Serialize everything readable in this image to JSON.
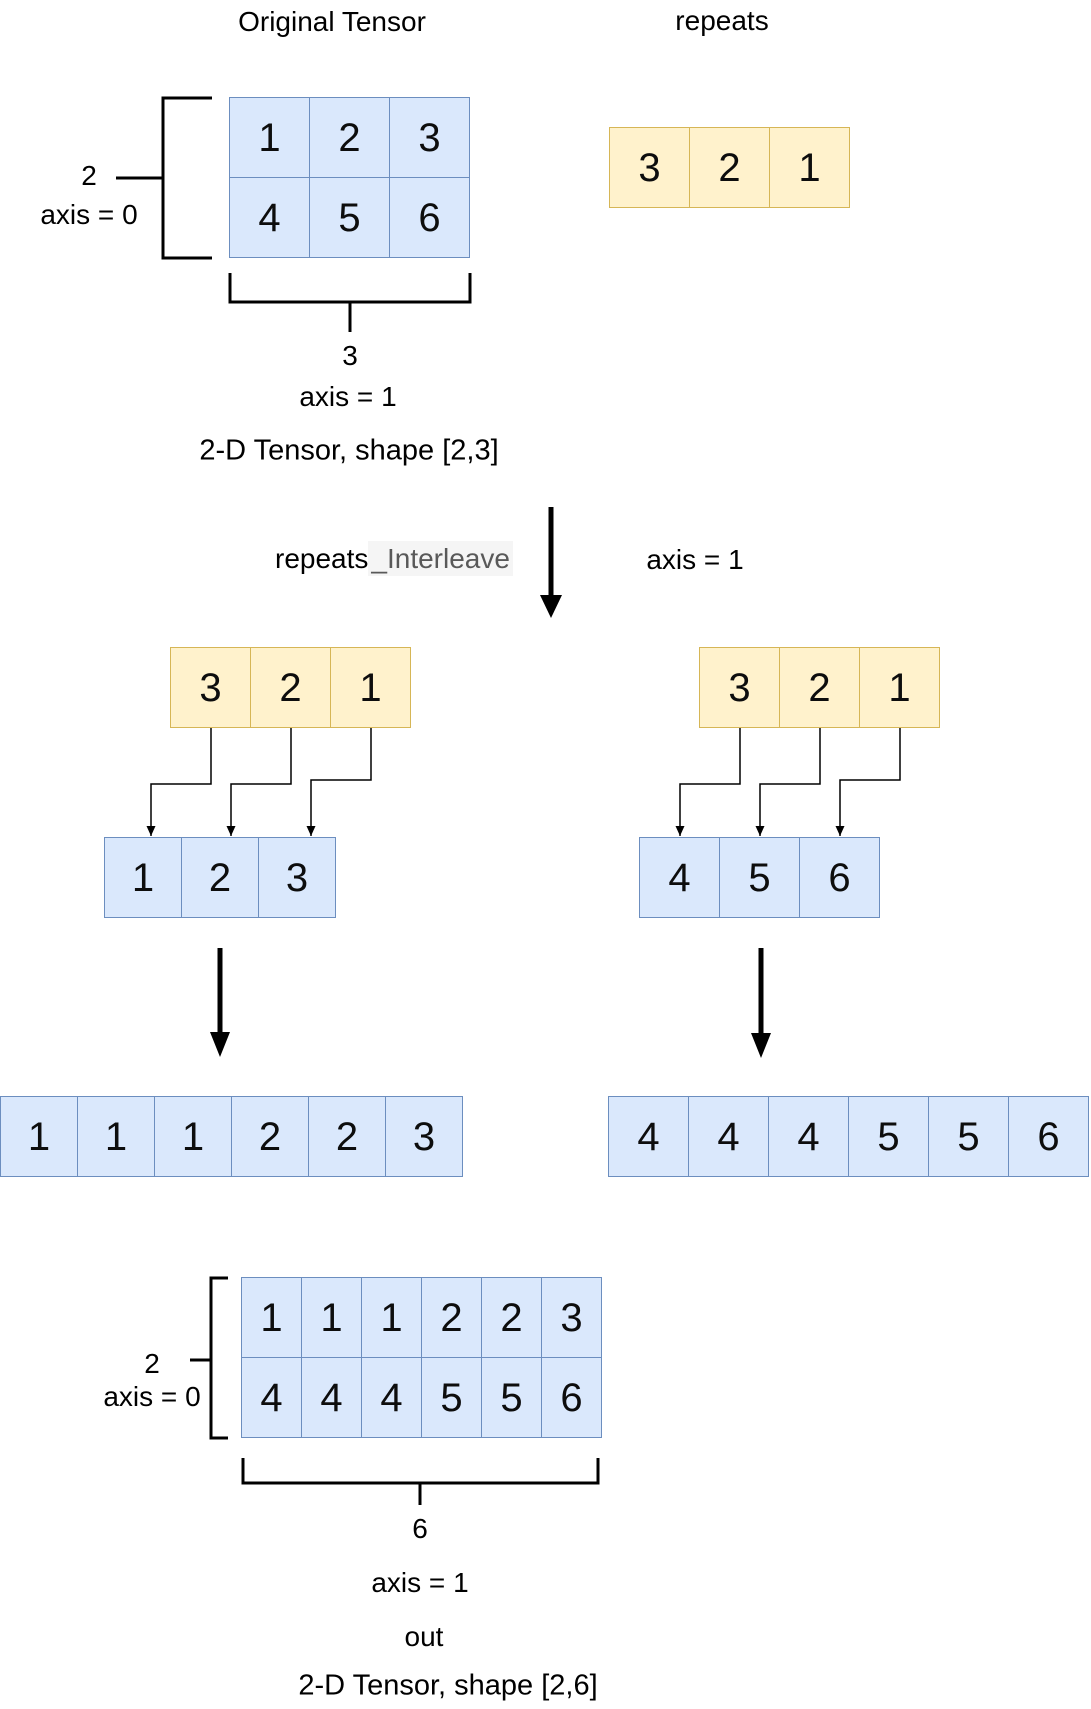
{
  "colors": {
    "blue_fill": "#DAE8FC",
    "blue_border": "#6C8EBF",
    "yellow_fill": "#FFF2CC",
    "yellow_border": "#D6B656",
    "highlight_bg": "#F5F5F5",
    "line": "#000000"
  },
  "top_left": {
    "title": "Original Tensor",
    "grid": [
      [
        "1",
        "2",
        "3"
      ],
      [
        "4",
        "5",
        "6"
      ]
    ],
    "axis0_value": "2",
    "axis0_label": "axis = 0",
    "axis1_value": "3",
    "axis1_label": "axis = 1",
    "caption": "2-D Tensor, shape [2,3]"
  },
  "top_right": {
    "title": "repeats",
    "cells": [
      "3",
      "2",
      "1"
    ]
  },
  "operation": {
    "label_plain": "repeats",
    "label_highlighted": "_Interleave",
    "argument": "axis = 1"
  },
  "left_branch": {
    "repeats_cells": [
      "3",
      "2",
      "1"
    ],
    "tensor_cells": [
      "1",
      "2",
      "3"
    ],
    "result_cells": [
      "1",
      "1",
      "1",
      "2",
      "2",
      "3"
    ]
  },
  "right_branch": {
    "repeats_cells": [
      "3",
      "2",
      "1"
    ],
    "tensor_cells": [
      "4",
      "5",
      "6"
    ],
    "result_cells": [
      "4",
      "4",
      "4",
      "5",
      "5",
      "6"
    ]
  },
  "output": {
    "grid": [
      [
        "1",
        "1",
        "1",
        "2",
        "2",
        "3"
      ],
      [
        "4",
        "4",
        "4",
        "5",
        "5",
        "6"
      ]
    ],
    "axis0_value": "2",
    "axis0_label": "axis = 0",
    "axis1_value": "6",
    "axis1_label": "axis = 1",
    "out_label": "out",
    "caption": "2-D Tensor, shape [2,6]"
  }
}
